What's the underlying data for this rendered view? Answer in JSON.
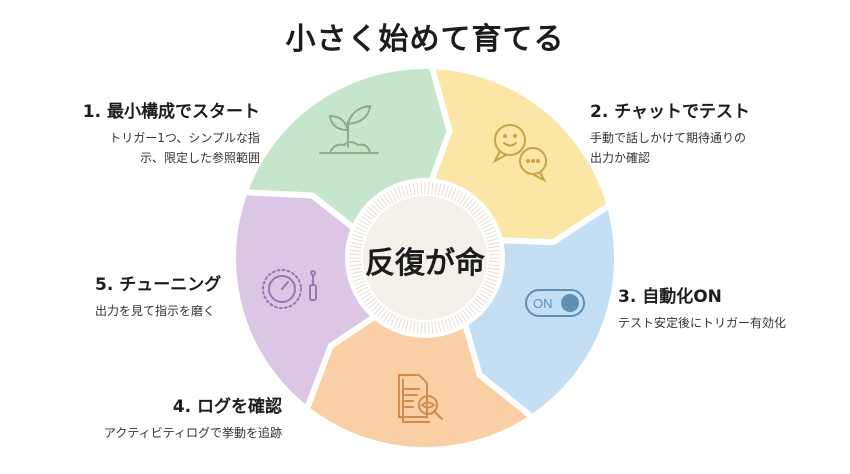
{
  "title": "小さく始めて育てる",
  "center": "反復が命",
  "steps": [
    {
      "heading": "1. 最小構成でスタート",
      "desc": [
        "トリガー1つ、シンプルな指",
        "示、限定した参照範囲"
      ],
      "color": "#c6e5cd",
      "stroke": "#8eab8c",
      "icon": "sprout-icon"
    },
    {
      "heading": "2. チャットでテスト",
      "desc": [
        "手動で話しかけて期待通りの",
        "出力か確認"
      ],
      "color": "#fbe6a6",
      "stroke": "#c6a546",
      "icon": "chat-bubbles-icon"
    },
    {
      "heading": "3. 自動化ON",
      "desc": [
        "テスト安定後にトリガー有効化"
      ],
      "color": "#c4dff3",
      "stroke": "#5e8fb5",
      "icon": "toggle-on-icon",
      "toggle_text": "ON"
    },
    {
      "heading": "4. ログを確認",
      "desc": [
        "アクティビティログで挙動を追跡"
      ],
      "color": "#fbcfa6",
      "stroke": "#d38a4d",
      "icon": "document-magnifier-icon"
    },
    {
      "heading": "5. チューニング",
      "desc": [
        "出力を見て指示を磨く"
      ],
      "color": "#dcc6e6",
      "stroke": "#9b76ad",
      "icon": "dial-screwdriver-icon"
    }
  ]
}
